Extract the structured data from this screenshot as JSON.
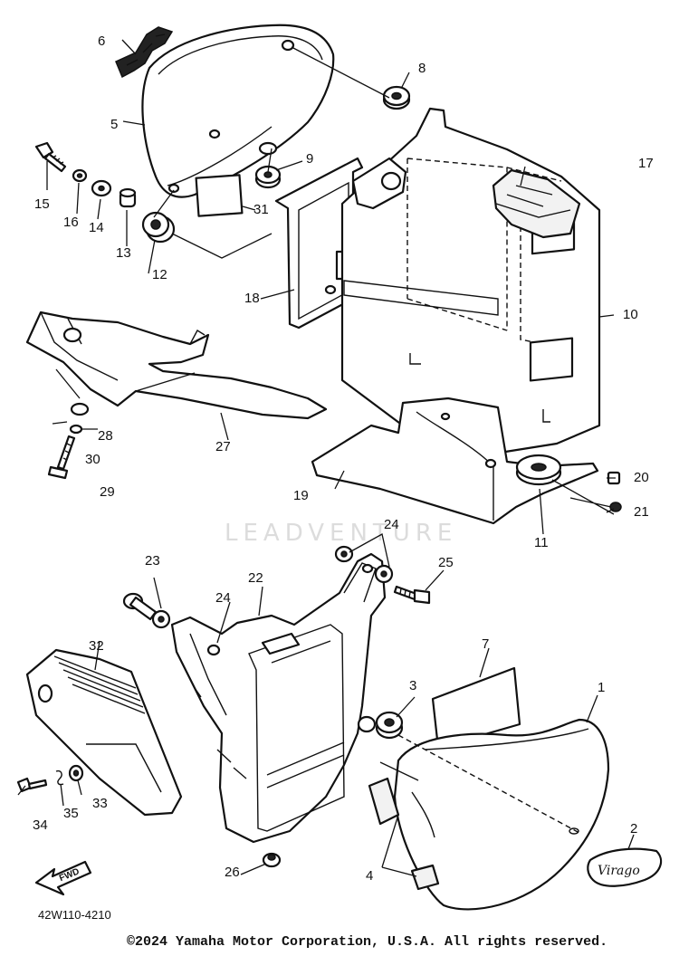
{
  "watermark": "LEADVENTURE",
  "arrow_label": "FWD",
  "emblem_text": "Virago",
  "drawing_number": "42W110-4210",
  "copyright": "©2024 Yamaha Motor Corporation, U.S.A. All rights reserved.",
  "callouts": {
    "c1": "1",
    "c2": "2",
    "c3": "3",
    "c4": "4",
    "c5": "5",
    "c6": "6",
    "c7": "7",
    "c8": "8",
    "c9": "9",
    "c10": "10",
    "c11": "11",
    "c12": "12",
    "c13": "13",
    "c14": "14",
    "c15": "15",
    "c16": "16",
    "c17": "17",
    "c18": "18",
    "c19": "19",
    "c20": "20",
    "c21": "21",
    "c22": "22",
    "c23": "23",
    "c24a": "24",
    "c24b": "24",
    "c25": "25",
    "c26": "26",
    "c27": "27",
    "c28": "28",
    "c29": "29",
    "c30": "30",
    "c31": "31",
    "c32": "32",
    "c33": "33",
    "c34": "34",
    "c35": "35"
  }
}
